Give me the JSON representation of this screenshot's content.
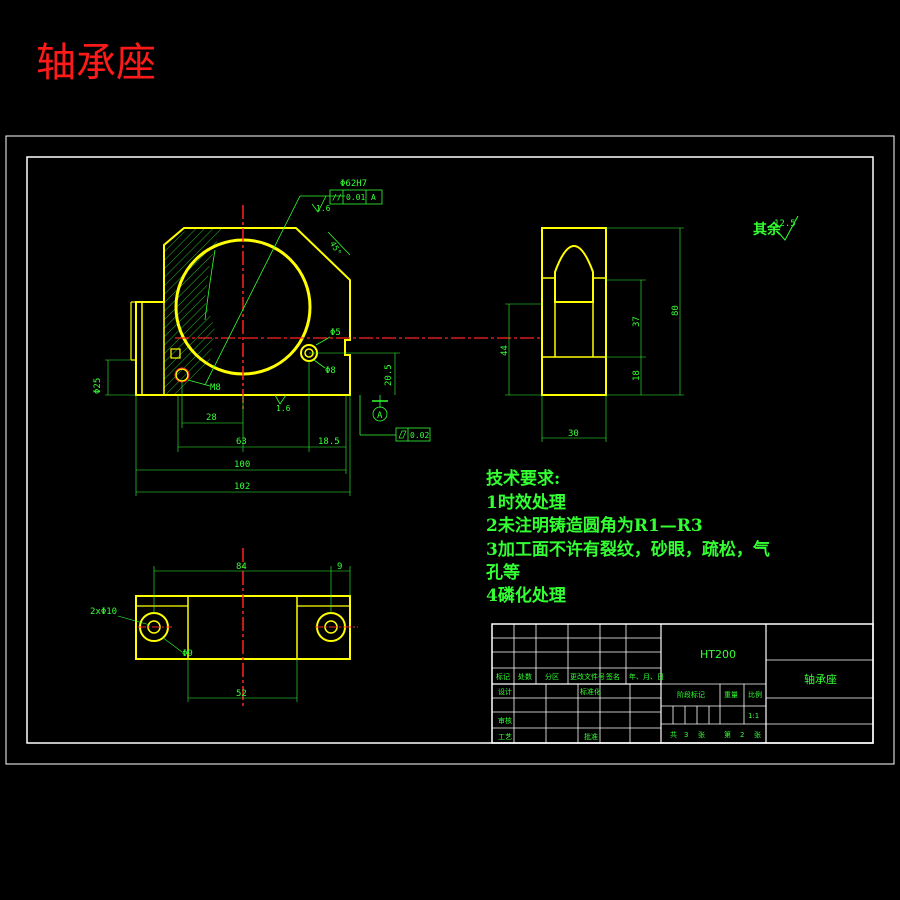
{
  "drawing": {
    "heading": "轴承座",
    "colors": {
      "background": "#000000",
      "frame": "#ffffff",
      "part_outline": "#ffff00",
      "dimension": "#33ff33",
      "centerline": "#ff2222",
      "heading": "#ff1a1a"
    }
  },
  "front_view": {
    "tolerance_diameter": "Φ62H7",
    "parallelism_symbol": "//",
    "parallelism_value": "0.01",
    "datum_ref": "A",
    "roughness_top": "1.6",
    "roughness_bottom": "1.6",
    "chamfer": "45°",
    "dim_d5": "Φ5",
    "dim_d8": "Φ8",
    "dim_d25": "Φ25",
    "dim_m8": "M8",
    "dim_20_5": "20.5",
    "dim_28": "28",
    "dim_63": "63",
    "dim_18_5": "18.5",
    "dim_100": "100",
    "dim_102": "102",
    "datum_label": "A",
    "flatness_value": "0.02"
  },
  "side_view": {
    "dim_44": "44",
    "dim_37": "37",
    "dim_80": "80",
    "dim_18": "18",
    "dim_30": "30"
  },
  "top_view": {
    "dim_84": "84",
    "dim_9": "9",
    "dim_holes": "2xΦ10",
    "dim_d9": "Φ9",
    "dim_52": "52"
  },
  "roughness_rest": {
    "label": "其余",
    "value": "12.5"
  },
  "tech_requirements": {
    "title": "技术要求:",
    "items": [
      "1时效处理",
      "2未注明铸造圆角为R1—R3",
      "3加工面不许有裂纹，砂眼，疏松，气",
      "孔等",
      "4磷化处理"
    ]
  },
  "title_block": {
    "material": "HT200",
    "part_name": "轴承座",
    "scale": "1:1",
    "row_headers": [
      "标记",
      "处数",
      "分区",
      "更改文件号",
      "签名",
      "年、月、日"
    ],
    "design": "设计",
    "standardize": "标准化",
    "review": "审核",
    "process": "工艺",
    "approve": "批准",
    "stage_mark": "阶段标记",
    "weight": "重量",
    "ratio": "比例",
    "total": "共",
    "sheets1": "张",
    "sheet_no": "第",
    "sheets2": "张",
    "total_num": "3",
    "sheet_num": "2"
  }
}
